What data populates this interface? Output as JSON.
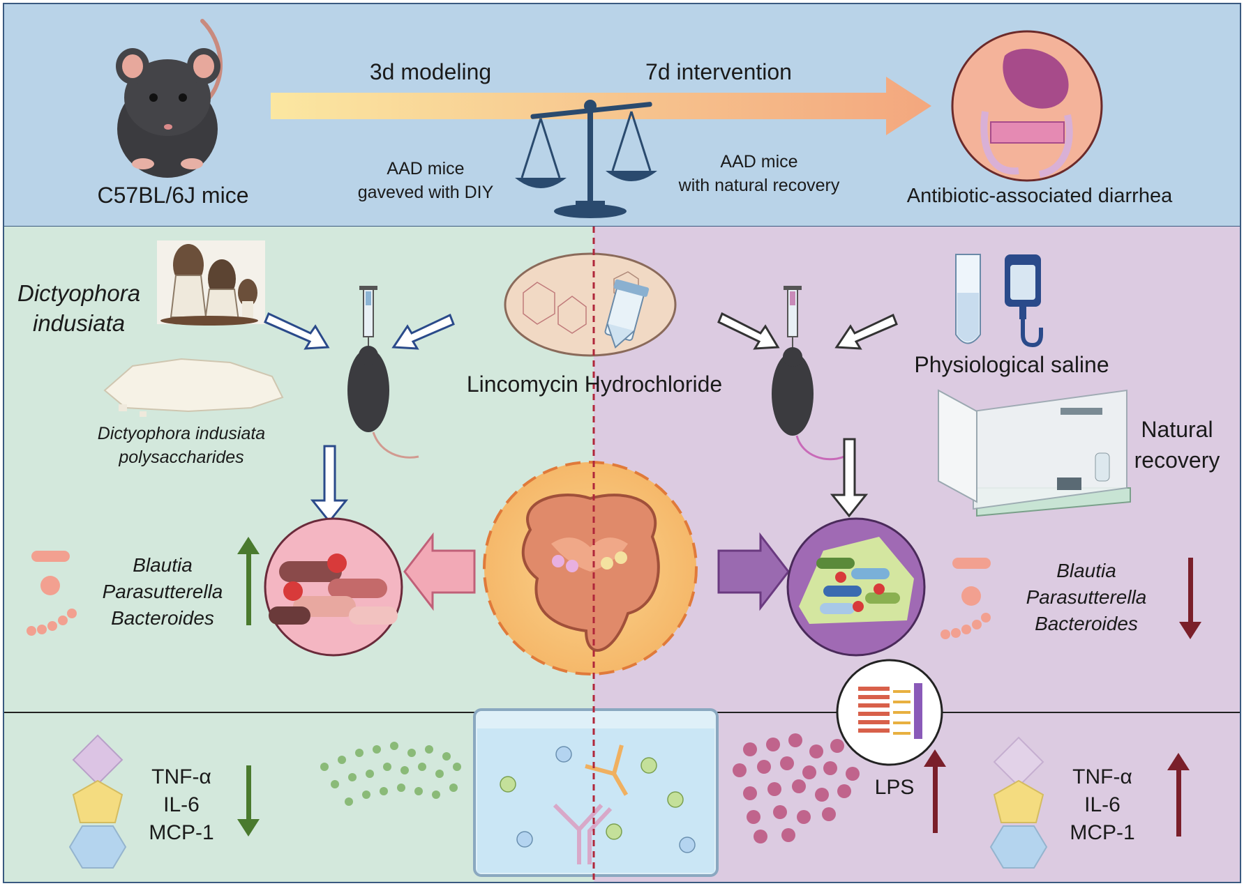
{
  "top": {
    "mouse_label": "C57BL/6J mice",
    "phase1": "3d modeling",
    "phase2": "7d intervention",
    "left_group": [
      "AAD mice",
      "gaveved with DIY"
    ],
    "right_group": [
      "AAD mice",
      "with natural recovery"
    ],
    "disease_label": "Antibiotic-associated diarrhea"
  },
  "middle": {
    "herb_name": [
      "Dictyophora",
      "indusiata"
    ],
    "polysaccharide": [
      "Dictyophora indusiata",
      "polysaccharides"
    ],
    "antibiotic": "Lincomycin Hydrochloride",
    "saline": "Physiological saline",
    "recovery": [
      "Natural",
      "recovery"
    ],
    "left_bacteria": [
      "Blautia",
      "Parasutterella",
      "Bacteroides"
    ],
    "right_bacteria": [
      "Blautia",
      "Parasutterella",
      "Bacteroides"
    ]
  },
  "bottom": {
    "left_cytokines": [
      "TNF-α",
      "IL-6",
      "MCP-1"
    ],
    "right_cytokines": [
      "TNF-α",
      "IL-6",
      "MCP-1"
    ],
    "lps": "LPS"
  },
  "colors": {
    "top_bg": "#b9d3e8",
    "left_bg": "#d3e8dc",
    "right_bg": "#dccbe1",
    "up_green": "#4a7a2e",
    "down_red": "#7a1f2a",
    "dashed_line": "#b0263a"
  },
  "icons": [
    "mouse-icon",
    "balance-scale-icon",
    "stomach-icon",
    "mushroom-icon",
    "syringe-icon",
    "test-tube-icon",
    "iv-bag-icon",
    "cage-icon",
    "intestine-icon",
    "bacteria-icon",
    "antibody-icon",
    "lps-icon",
    "cytokine-icon"
  ]
}
